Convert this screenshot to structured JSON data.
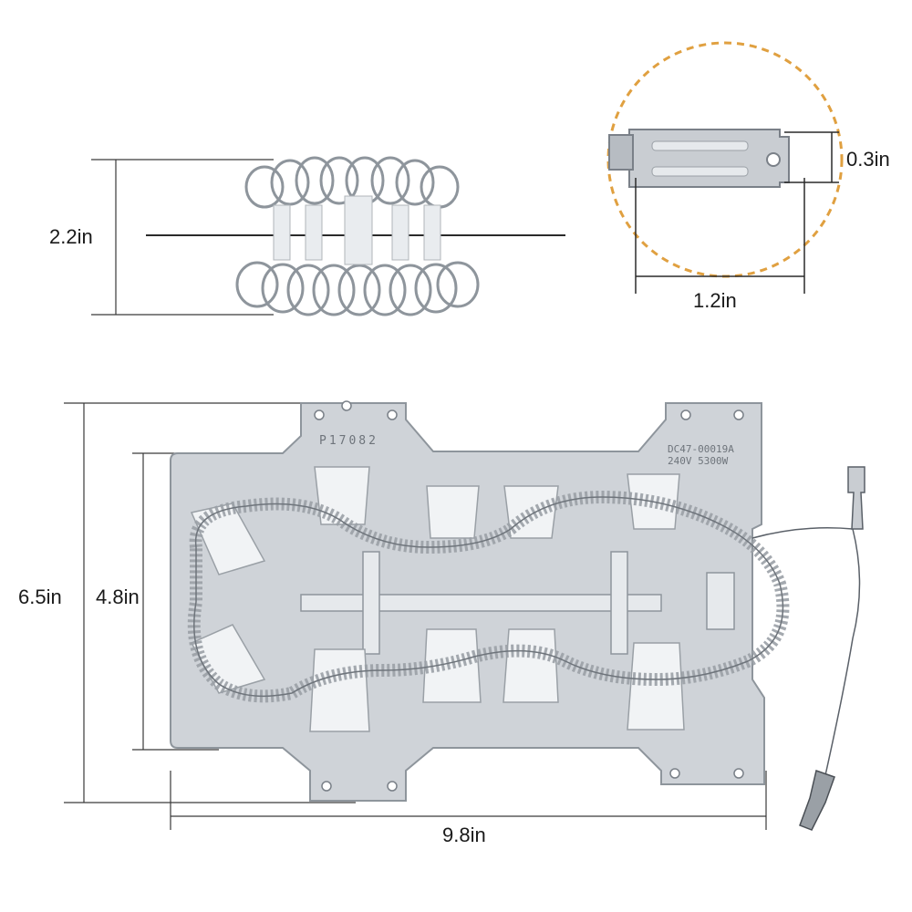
{
  "dimensions": {
    "coil_height": "2.2in",
    "terminal_width": "0.3in",
    "terminal_length": "1.2in",
    "plate_height": "6.5in",
    "coil_span": "4.8in",
    "plate_length": "9.8in"
  },
  "plate_stamps": {
    "left": "P17082",
    "right_line1": "DC47-00019A",
    "right_line2": "240V 5300W"
  },
  "colors": {
    "dimension_line": "#3a3a3a",
    "callout_circle": "#e0a040",
    "plate": "#cfd3d8",
    "plate_edge": "#8e959c",
    "coil": "#9aa0a6"
  }
}
